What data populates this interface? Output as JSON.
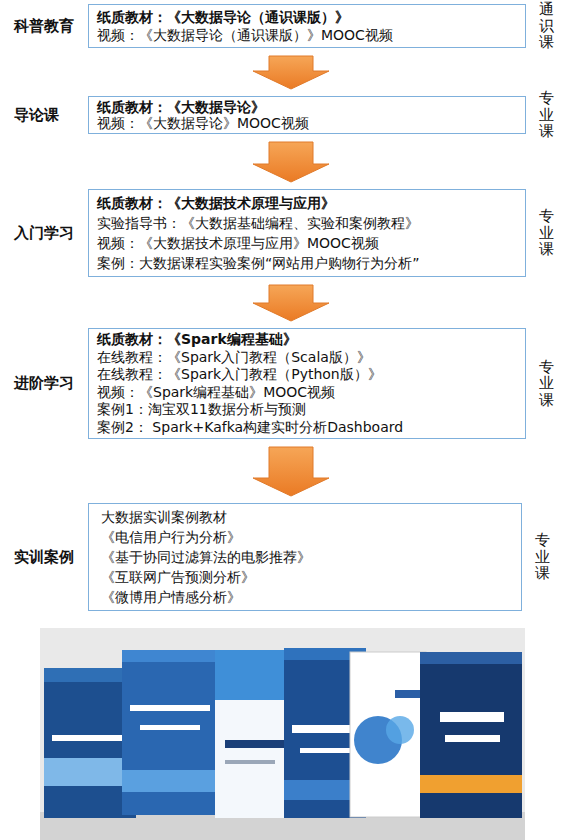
{
  "diagram": {
    "nodes": [
      {
        "text": [
          "科普教育",
          "纸质教材：《大数据导论（通识课版）》",
          "视频：《大数据导论（通识课版）》MOOC视频",
          "通识课"
        ]
      },
      {
        "text": [
          "导论课",
          "纸质教材：《大数据导论》",
          "视频：《大数据导论》MOOC视频",
          "专业课"
        ]
      },
      {
        "text": [
          "入门学习",
          "纸质教材：《大数据技术原理与应用》",
          "实验指导书：《大数据基础编程、实验和案例教程》",
          "视频：《大数据技术原理与应用》MOOC视频",
          "案例：大数据课程实验案例“网站用户购物行为分析”",
          "专业课"
        ]
      },
      {
        "text": [
          "进阶学习",
          "纸质教材：《Spark编程基础》",
          "在线教程：《Spark入门教程（Scala版）》",
          "在线教程：《Spark入门教程（Python版）》",
          "视频：《Spark编程基础》MOOC视频",
          "案例1：淘宝双11数据分析与预测",
          "案例2： Spark+Kafka构建实时分析Dashboard",
          "专业课"
        ]
      },
      {
        "text": [
          "实训案例",
          "大数据实训案例教材",
          "《电信用户行为分析》",
          "《基于协同过滤算法的电影推荐》",
          "《互联网广告预测分析》",
          "《微博用户情感分析》",
          "专业课"
        ]
      }
    ],
    "edges": [
      {
        "from": 0,
        "to": 1,
        "arrow": "to"
      },
      {
        "from": 1,
        "to": 2,
        "arrow": "to"
      },
      {
        "from": 2,
        "to": 3,
        "arrow": "to"
      },
      {
        "from": 3,
        "to": 4,
        "arrow": "to"
      }
    ]
  }
}
